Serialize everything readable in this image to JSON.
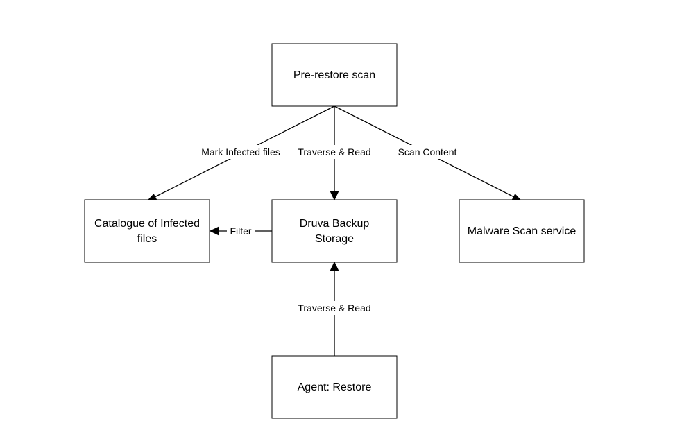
{
  "nodes": {
    "prerestore": {
      "label": "Pre-restore scan"
    },
    "catalogue": {
      "lines": [
        "Catalogue of Infected",
        "files"
      ]
    },
    "storage": {
      "lines": [
        "Druva Backup",
        "Storage"
      ]
    },
    "malware": {
      "label": "Malware Scan service"
    },
    "agent": {
      "label": "Agent: Restore"
    }
  },
  "edges": {
    "mark_infected": {
      "label": "Mark Infected files"
    },
    "traverse_read_top": {
      "label": "Traverse & Read"
    },
    "scan_content": {
      "label": "Scan Content"
    },
    "filter": {
      "label": "Filter"
    },
    "traverse_read_bottom": {
      "label": "Traverse & Read"
    }
  }
}
